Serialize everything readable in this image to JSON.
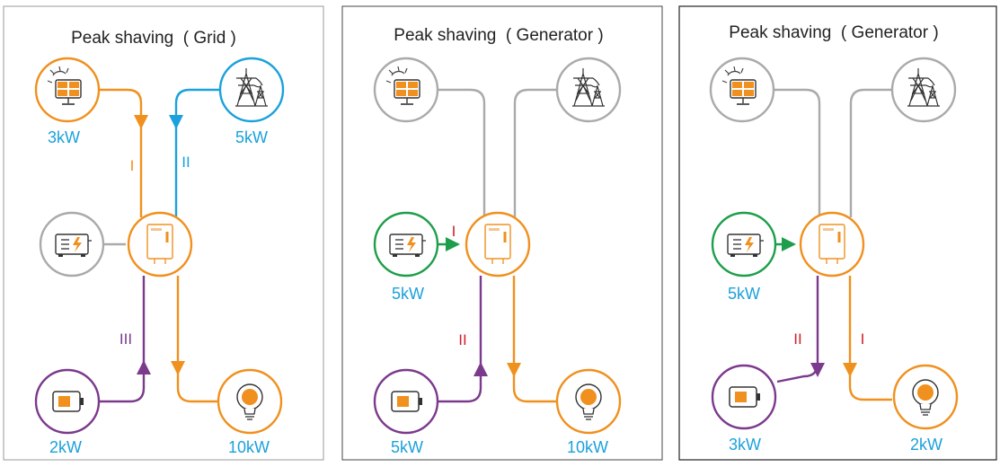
{
  "colors": {
    "solar": "#F0901E",
    "grid": "#1BA1DB",
    "generator": "#1E9E4A",
    "battery": "#7B3A8C",
    "load": "#F0901E",
    "inverter": "#F0901E",
    "inactive": "#AAAAAA",
    "value_text": "#1BA1DB",
    "flow_label_red": "#D0212A",
    "title_text": "#222222"
  },
  "panels": [
    {
      "title": "Peak shaving  ( Grid )",
      "solar": {
        "value": "3kW",
        "icon": "solar-panel-icon"
      },
      "grid": {
        "value": "5kW",
        "icon": "power-tower-icon"
      },
      "generator": {
        "icon": "generator-icon"
      },
      "battery": {
        "value": "2kW",
        "icon": "battery-icon"
      },
      "load": {
        "value": "10kW",
        "icon": "light-bulb-icon"
      },
      "flow_labels": {
        "solar": "I",
        "grid": "II",
        "battery": "III"
      }
    },
    {
      "title": "Peak shaving  ( Generator )",
      "solar": {
        "icon": "solar-panel-icon"
      },
      "grid": {
        "icon": "power-tower-icon"
      },
      "generator": {
        "value": "5kW",
        "icon": "generator-icon"
      },
      "battery": {
        "value": "5kW",
        "icon": "battery-icon"
      },
      "load": {
        "value": "10kW",
        "icon": "light-bulb-icon"
      },
      "flow_labels": {
        "generator": "I",
        "battery": "II"
      }
    },
    {
      "title": "Peak shaving  ( Generator )",
      "solar": {
        "icon": "solar-panel-icon"
      },
      "grid": {
        "icon": "power-tower-icon"
      },
      "generator": {
        "value": "5kW",
        "icon": "generator-icon"
      },
      "battery": {
        "value": "3kW",
        "icon": "battery-icon"
      },
      "load": {
        "value": "2kW",
        "icon": "light-bulb-icon"
      },
      "flow_labels": {
        "battery": "II",
        "load": "I"
      }
    }
  ]
}
